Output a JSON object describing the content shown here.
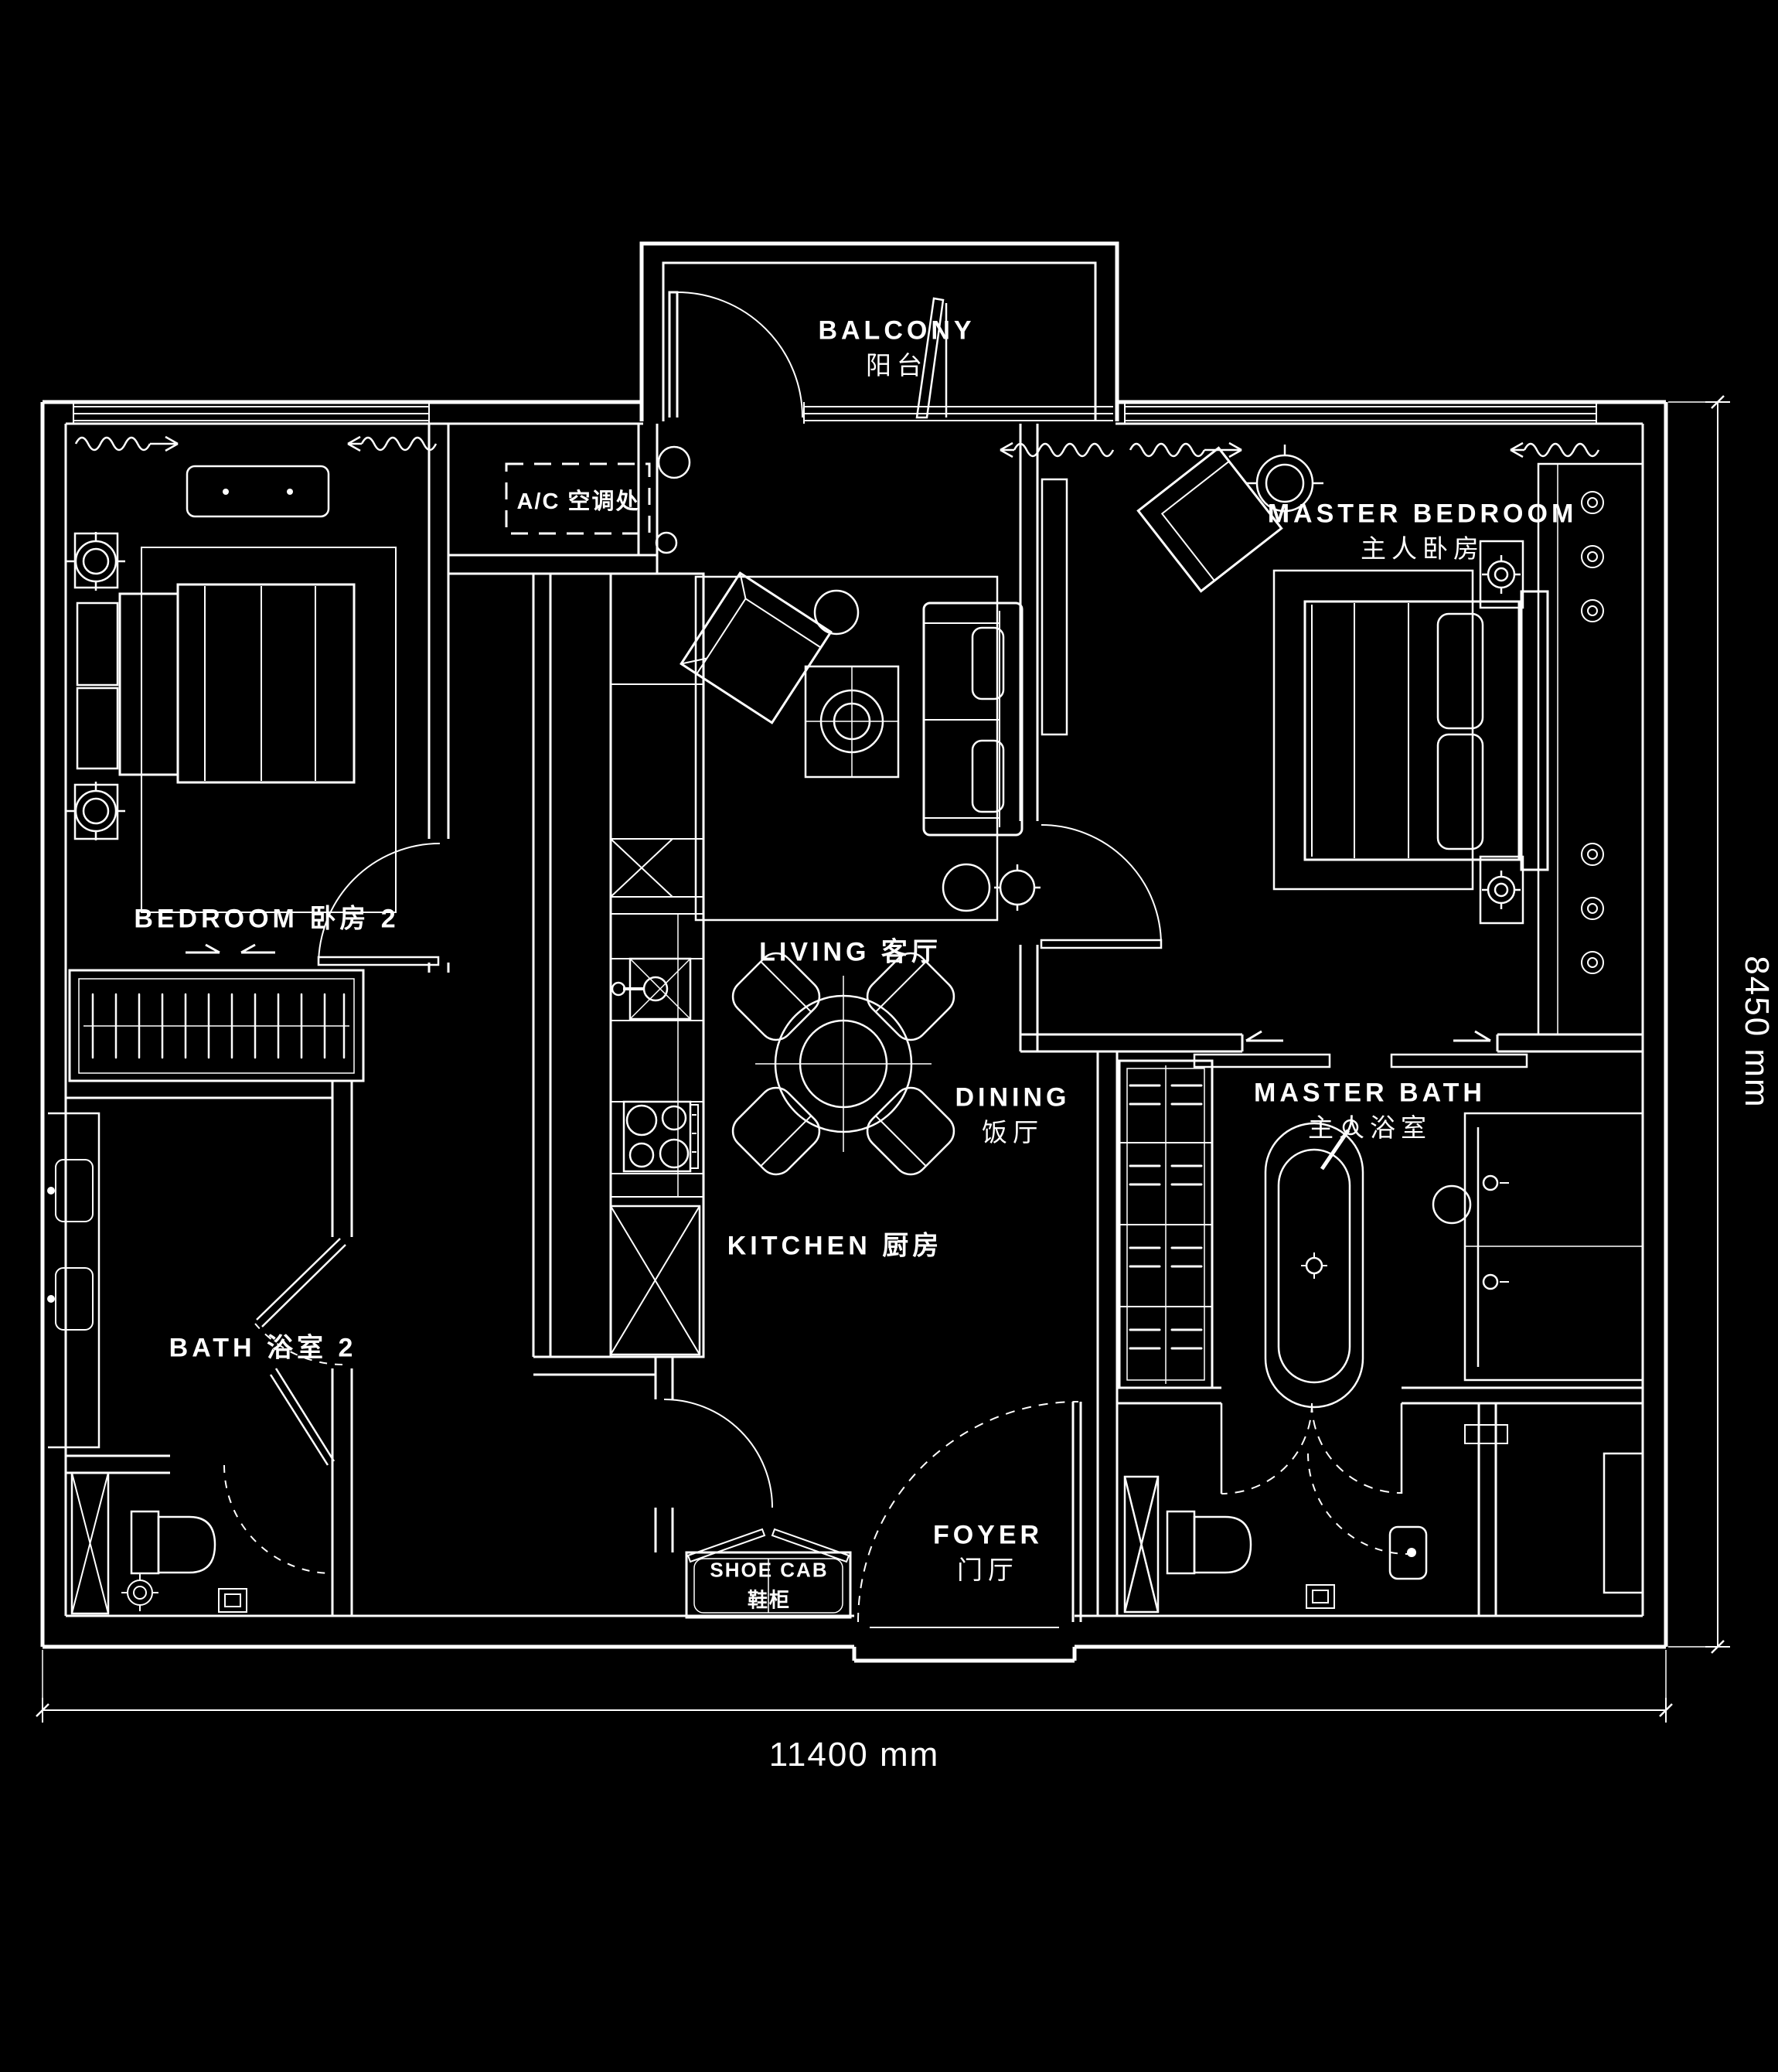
{
  "drawing": {
    "type": "apartment floor plan",
    "background": "#000000",
    "line_color": "#ffffff"
  },
  "rooms": {
    "balcony": {
      "en": "BALCONY",
      "cn": "阳台"
    },
    "ac": {
      "label": "A/C 空调处"
    },
    "master_bedroom": {
      "en": "MASTER BEDROOM",
      "cn": "主人卧房"
    },
    "bedroom2": {
      "label": "BEDROOM 卧房 2"
    },
    "living": {
      "label": "LIVING 客厅"
    },
    "dining": {
      "en": "DINING",
      "cn": "饭厅"
    },
    "kitchen": {
      "label": "KITCHEN 厨房"
    },
    "bath2": {
      "label": "BATH 浴室 2"
    },
    "master_bath": {
      "en": "MASTER BATH",
      "cn": "主人浴室"
    },
    "foyer": {
      "en": "FOYER",
      "cn": "门厅"
    },
    "shoe_cab": {
      "en": "SHOE CAB",
      "cn": "鞋柜"
    }
  },
  "dimensions": {
    "width": "11400 mm",
    "height": "8450 mm"
  }
}
